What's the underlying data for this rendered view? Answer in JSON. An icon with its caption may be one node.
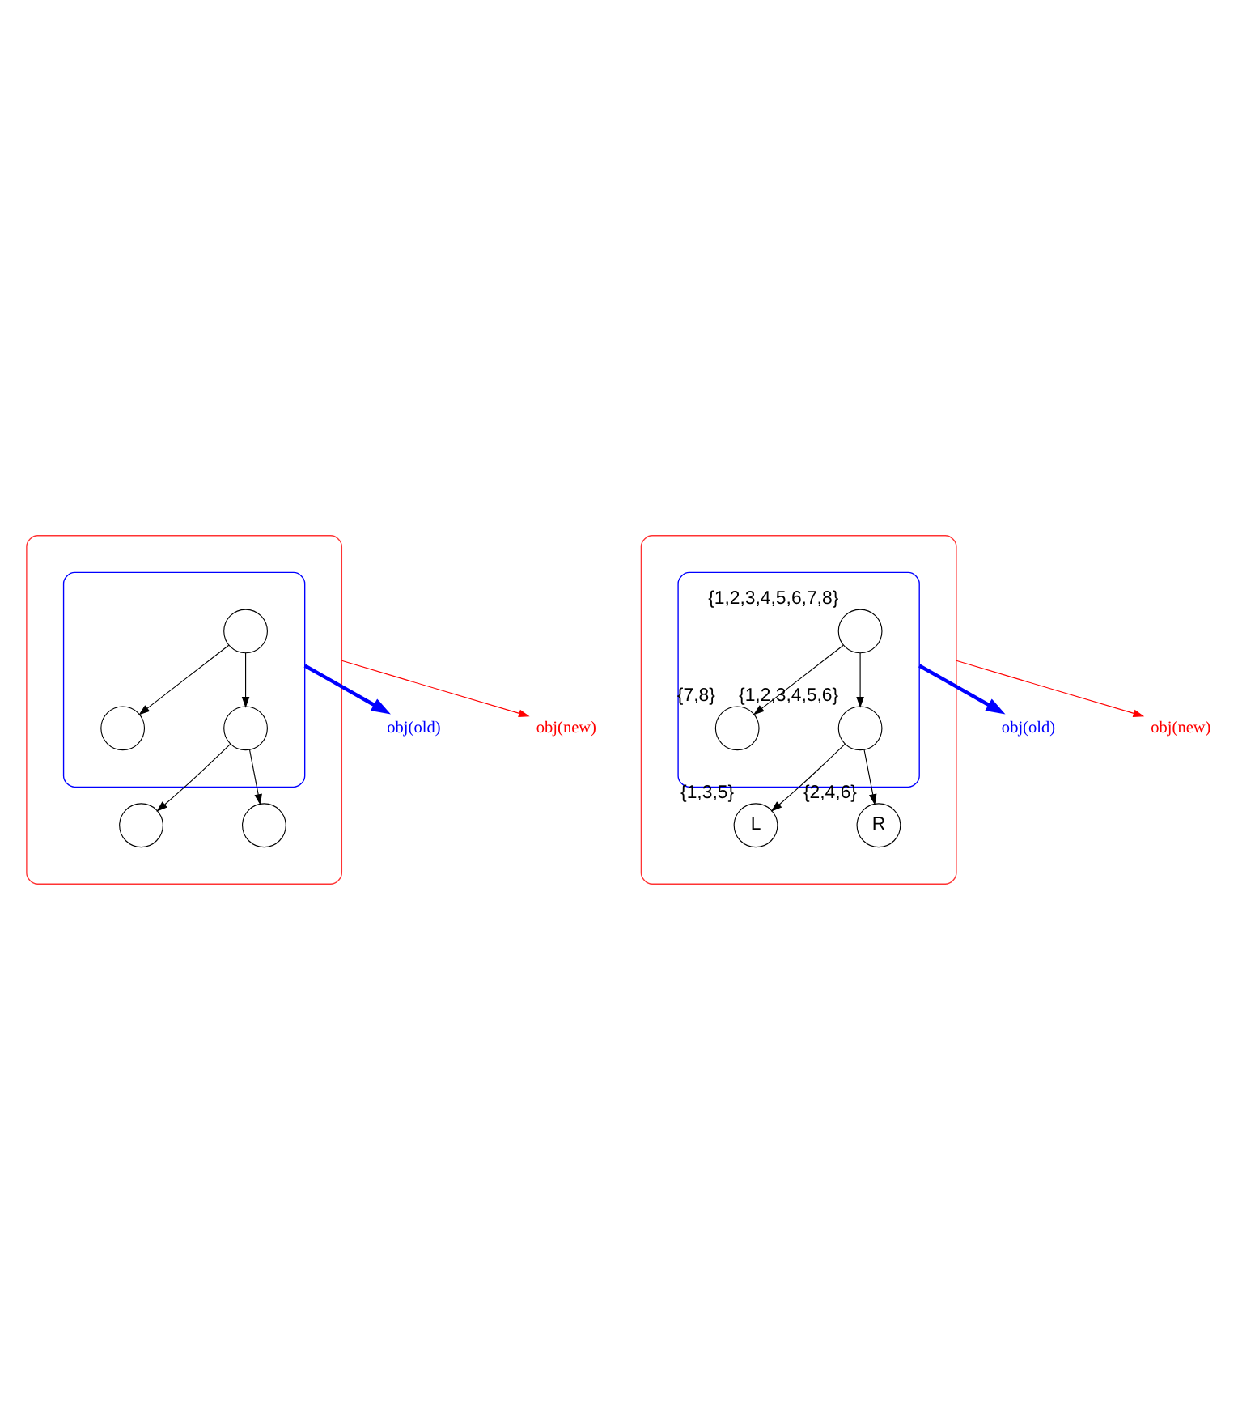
{
  "diagram": {
    "nodes": [
      {
        "text": [],
        "shape": "ellipse"
      },
      {
        "text": [],
        "shape": "ellipse",
        "in": 0
      },
      {
        "text": [],
        "shape": "circle",
        "in": 1
      },
      {
        "text": [],
        "shape": "circle",
        "in": 1
      },
      {
        "text": [],
        "shape": "circle",
        "in": 1
      },
      {
        "text": [],
        "shape": "circle",
        "in": 0
      },
      {
        "text": [],
        "shape": "circle",
        "in": 0
      },
      {
        "text": [
          "obj(old)"
        ]
      },
      {
        "text": [
          "obj(new)"
        ]
      },
      {
        "text": [],
        "shape": "ellipse"
      },
      {
        "text": [],
        "shape": "ellipse",
        "in": 9
      },
      {
        "text": [],
        "shape": "circle",
        "in": 10,
        "beside": [
          "{1,2,3,4,5,6,7,8}"
        ]
      },
      {
        "text": [],
        "shape": "circle",
        "in": 10,
        "beside": [
          "{7,8}"
        ]
      },
      {
        "text": [],
        "shape": "circle",
        "in": 10,
        "beside": [
          "{1,2,3,4,5,6}"
        ]
      },
      {
        "text": [
          "L"
        ],
        "in": 9,
        "beside": [
          "{1,3,5}"
        ]
      },
      {
        "text": [
          "R"
        ],
        "in": 9,
        "beside": [
          "{2,4,6}"
        ]
      },
      {
        "text": [
          "obj(old)"
        ]
      },
      {
        "text": [
          "obj(new)"
        ]
      }
    ],
    "edges": [
      {
        "from": 2,
        "to": 3,
        "arrow": "to"
      },
      {
        "from": 2,
        "to": 4,
        "arrow": "to"
      },
      {
        "from": 4,
        "to": 5,
        "arrow": "to"
      },
      {
        "from": 4,
        "to": 6,
        "arrow": "to"
      },
      {
        "from": 1,
        "to": 7,
        "arrow": "to",
        "style": "thick",
        "color": "#0000ff"
      },
      {
        "from": 0,
        "to": 8,
        "arrow": "to",
        "color": "#ff0000"
      },
      {
        "from": 11,
        "to": 12,
        "arrow": "to"
      },
      {
        "from": 11,
        "to": 13,
        "arrow": "to"
      },
      {
        "from": 13,
        "to": 14,
        "arrow": "to"
      },
      {
        "from": 13,
        "to": 15,
        "arrow": "to"
      },
      {
        "from": 10,
        "to": 16,
        "arrow": "to",
        "style": "thick",
        "color": "#0000ff"
      },
      {
        "from": 9,
        "to": 17,
        "arrow": "to",
        "color": "#ff0000"
      }
    ]
  }
}
